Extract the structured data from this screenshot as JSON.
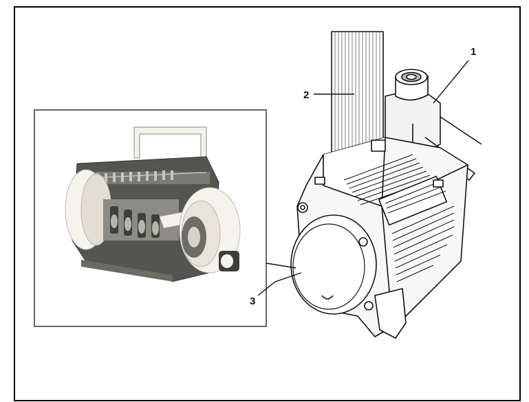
{
  "callouts": [
    {
      "id": "1",
      "text": "1"
    },
    {
      "id": "2",
      "text": "2"
    },
    {
      "id": "3",
      "text": "3"
    }
  ],
  "colors": {
    "line": "#111111",
    "frame": "#000000",
    "inset_frame": "#333333",
    "housing_shade": "#e6e6e6",
    "white_part": "#f6f3ec",
    "dark_part": "#4a4a44",
    "metal": "#9a9a92"
  }
}
